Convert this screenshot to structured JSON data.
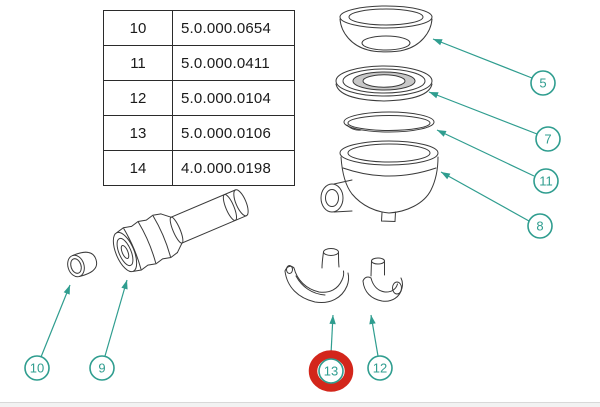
{
  "table": {
    "rows": [
      {
        "num": "10",
        "code": "5.0.000.0654"
      },
      {
        "num": "11",
        "code": "5.0.000.0411"
      },
      {
        "num": "12",
        "code": "5.0.000.0104"
      },
      {
        "num": "13",
        "code": "5.0.000.0106"
      },
      {
        "num": "14",
        "code": "4.0.000.0198"
      }
    ]
  },
  "callouts": {
    "c5": "5",
    "c7": "7",
    "c8": "8",
    "c9": "9",
    "c10": "10",
    "c11": "11",
    "c12": "12",
    "c13": "13"
  },
  "highlight": {
    "target_callout": "13",
    "shape": "thick-red-ring"
  },
  "colors": {
    "callout_teal": "#2f9d8f",
    "highlight_red": "#d3261b",
    "drawing_gray": "#3a3a3a"
  }
}
